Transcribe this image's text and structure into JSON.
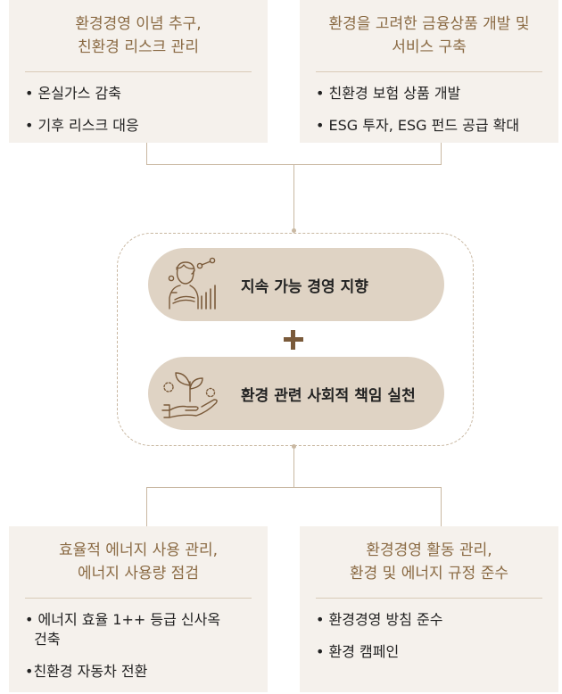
{
  "top_left": {
    "title_line1": "환경경영 이념 추구,",
    "title_line2": "친환경 리스크 관리",
    "items": [
      "• 온실가스 감축",
      "• 기후 리스크 대응"
    ]
  },
  "top_right": {
    "title_line1": "환경을 고려한 금융상품 개발 및",
    "title_line2": "서비스 구축",
    "items": [
      "• 친환경 보험 상품 개발",
      "• ESG 투자, ESG 펀드 공급 확대"
    ]
  },
  "center": {
    "pill1_label": "지속 가능 경영 지향",
    "pill1_icon": "person-growth-icon",
    "pill2_label": "환경 관련 사회적 책임 실천",
    "pill2_icon": "hand-sprout-icon",
    "plus_icon": "plus-icon"
  },
  "bottom_left": {
    "title_line1": "효율적 에너지 사용 관리,",
    "title_line2": "에너지 사용량 점검",
    "items": [
      "• 에너지 효율 1++ 등급 신사옥",
      "  건축",
      "•친환경 자동차 전환"
    ]
  },
  "bottom_right": {
    "title_line1": "환경경영 활동 관리,",
    "title_line2": "환경 및 에너지 규정 준수",
    "items": [
      "• 환경경영 방침 준수",
      "• 환경 캠페인"
    ]
  },
  "colors": {
    "box_bg": "#f5f1ec",
    "title_text": "#8a6a43",
    "pill_bg": "#dfd3c4",
    "line": "#c9b8a2",
    "accent": "#7a5a3a"
  }
}
